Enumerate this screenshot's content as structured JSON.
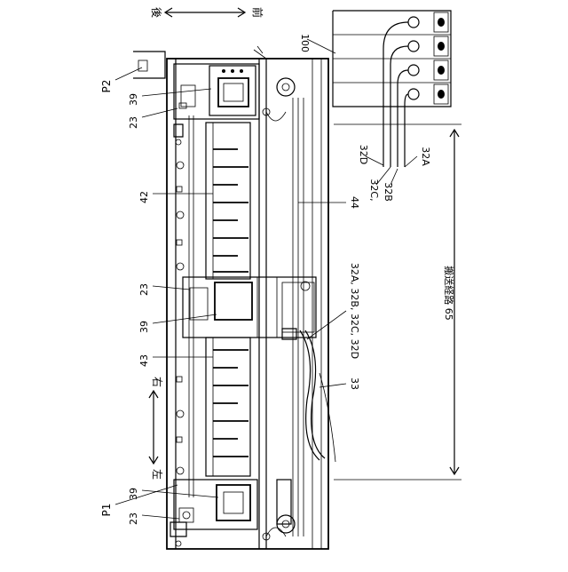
{
  "directions": {
    "rear": "後",
    "front": "前",
    "right": "右",
    "left": "左"
  },
  "labels": {
    "ref_100": "100",
    "p2": "P2",
    "p1": "P1",
    "ref_39_top": "39",
    "ref_23_top": "23",
    "ref_42": "42",
    "ref_23_mid": "23",
    "ref_39_mid": "39",
    "ref_43": "43",
    "ref_39_bot": "39",
    "ref_23_bot": "23",
    "ref_44": "44",
    "ref_32D": "32D",
    "ref_32C": "32C,",
    "ref_32B": "32B",
    "ref_32A": "32A",
    "ref_32ABCD": "32A, 32B, 32C, 32D",
    "ref_33": "33",
    "transport_path": "搬送経路 65"
  }
}
